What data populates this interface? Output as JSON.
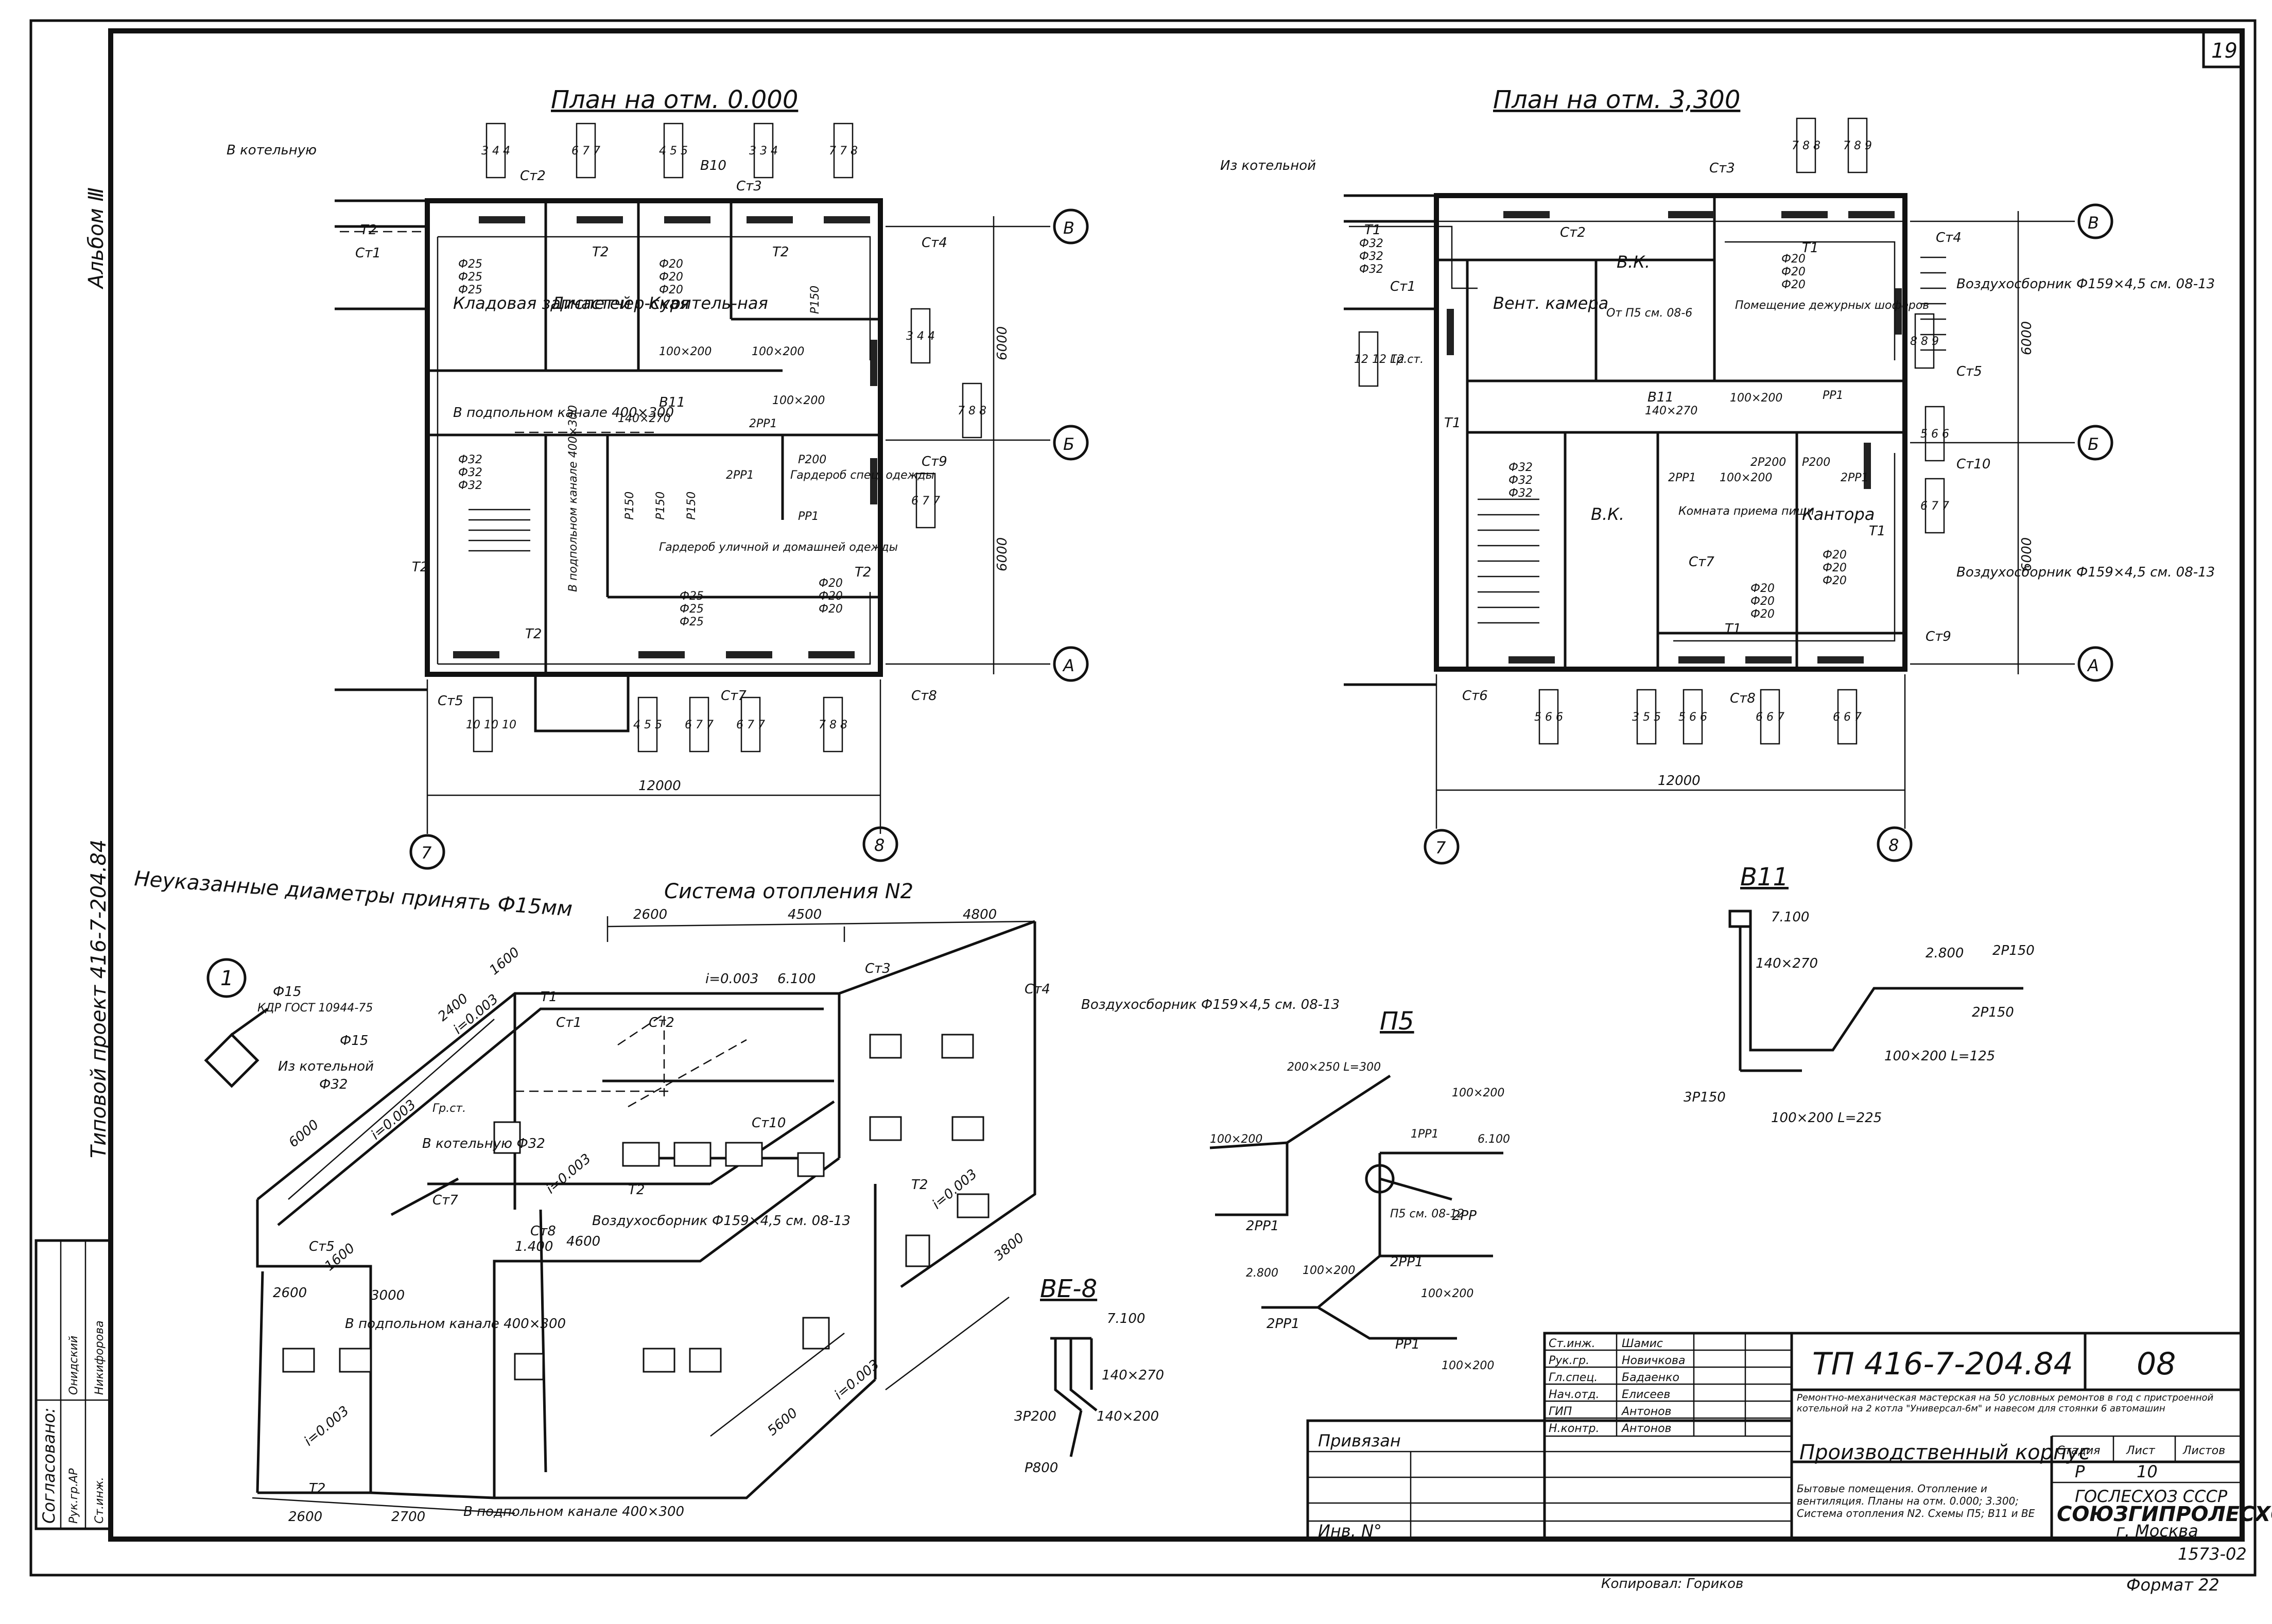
{
  "sheet": {
    "sheet_number": "19",
    "album": "Альбом Ⅲ",
    "project_side": "Типовой проект 416-7-204.84",
    "copied_by": "Копировал: Гориков",
    "format": "Формат 22",
    "archive_number": "1573-02"
  },
  "plan0": {
    "title": "План на отм. 0.000",
    "rooms": [
      "Кладовая запчастей",
      "Диспетчер-ская",
      "Куритель-ная",
      "Гардероб спец. одежды",
      "Гардероб уличной и домашней одежды"
    ],
    "notes": [
      "В котельную",
      "В подпольном канале 400×300",
      "В подпольном канале 400×300"
    ],
    "risers": [
      "Ст1",
      "Ст2",
      "Ст3",
      "Ст4",
      "Ст5",
      "Ст7",
      "Ст8",
      "Ст9",
      "В10",
      "В11"
    ],
    "pipes": [
      "Т2",
      "Т2",
      "Т2",
      "Т2",
      "Т2",
      "Т2"
    ],
    "diameters": [
      "Ф25",
      "Ф25",
      "Ф25",
      "Ф20",
      "Ф20",
      "Ф20",
      "Ф32",
      "Ф32",
      "Ф32",
      "Ф25",
      "Ф25",
      "Ф25",
      "Ф20",
      "Ф20",
      "Ф20"
    ],
    "ducts": [
      "100×200",
      "100×200",
      "100×200",
      "140×270",
      "Р150",
      "Р150",
      "Р150",
      "Р150",
      "2РР1",
      "2РР1",
      "Р200",
      "РР1"
    ],
    "radiators_top": [
      "3 4 4",
      "6 7 7",
      "4 5 5",
      "3 3 4",
      "7 7 8"
    ],
    "radiators_bottom": [
      "4 5 5",
      "6 7 7",
      "6 7 7",
      "7 8 8"
    ],
    "radiators_side": [
      "3 4 4",
      "7 8 8",
      "6 7 7",
      "10 10 10"
    ],
    "axes": [
      "В",
      "Б",
      "А",
      "7",
      "8"
    ],
    "dims": [
      "6000",
      "6000",
      "12000"
    ]
  },
  "plan3": {
    "title": "План на отм. 3,300",
    "rooms": [
      "Вент. камера",
      "В.К.",
      "Помещение дежурных шоферов",
      "В.К.",
      "Комната приема пищи",
      "Кантора"
    ],
    "notes": [
      "Из котельной",
      "От П5 см. 08-6",
      "Воздухосборник Ф159×4,5 см. 08-13",
      "Воздухосборник Ф159×4,5 см. 08-13"
    ],
    "risers": [
      "Ст1",
      "Ст2",
      "Ст3",
      "Ст4",
      "Ст5",
      "Ст6",
      "Ст7",
      "Ст8",
      "Ст9",
      "Ст10",
      "В11",
      "Гр.ст."
    ],
    "pipes": [
      "Т1",
      "Т1",
      "Т1",
      "Т1",
      "Т1"
    ],
    "diameters": [
      "Ф32",
      "Ф32",
      "Ф32",
      "Ф20",
      "Ф20",
      "Ф20",
      "Ф32",
      "Ф32",
      "Ф32",
      "Ф20",
      "Ф20",
      "Ф20",
      "Ф20",
      "Ф20",
      "Ф20"
    ],
    "ducts": [
      "100×200",
      "100×200",
      "140×270",
      "2РР1",
      "2Р200",
      "Р200",
      "2РР1",
      "РР1"
    ],
    "radiators_top": [
      "7 8 8",
      "7 8 9"
    ],
    "radiators_bottom": [
      "5 6 6",
      "3 5 5",
      "5 6 6",
      "6 6 7",
      "6 6 7"
    ],
    "radiators_side": [
      "8 8 9",
      "5 6 6",
      "6 7 7",
      "12 12 12"
    ],
    "axes": [
      "В",
      "Б",
      "А",
      "7",
      "8"
    ],
    "dims": [
      "6000",
      "6000",
      "12000"
    ]
  },
  "iso": {
    "title": "Система отопления N2",
    "note": "Неуказанные диаметры принять Ф15мм",
    "detail_mark": "1",
    "detail_labels": [
      "Ф15",
      "КДР ГОСТ 10944-75",
      "Ф15",
      "Из котельной",
      "Ф32"
    ],
    "labels": [
      "Ст1",
      "Ст2",
      "Ст3",
      "Ст4",
      "Ст5",
      "Ст7",
      "Ст8",
      "Ст10",
      "Гр.ст.",
      "В котельную Ф32",
      "Воздухосборник Ф159×4,5 см. 08-13",
      "Воздухосборник Ф159×4,5 см. 08-13",
      "В подпольном канале 400×300",
      "В подпольном канале 400×300",
      "i=0.003",
      "i=0.003",
      "i=0.003",
      "i=0.003",
      "i=0.003",
      "i=0.003",
      "i=0.003",
      "6.100",
      "1.400",
      "Т1",
      "Т2",
      "Т2",
      "Т2"
    ],
    "dims": [
      "2600",
      "4500",
      "4800",
      "1600",
      "2400",
      "6000",
      "4600",
      "3800",
      "5600",
      "2600",
      "3000",
      "2700",
      "2600",
      "1600"
    ]
  },
  "scheme_p5": {
    "title": "П5",
    "labels": [
      "200×250 L=300",
      "100×200",
      "100×200",
      "1РР1",
      "6.100",
      "П5 см. 08-12",
      "2РР1",
      "2РР",
      "2.800",
      "100×200",
      "2РР1",
      "2РР1",
      "100×200",
      "РР1",
      "100×200"
    ]
  },
  "scheme_v11": {
    "title": "В11",
    "labels": [
      "7.100",
      "140×270",
      "2.800",
      "2Р150",
      "2Р150",
      "100×200 L=125",
      "3Р150",
      "100×200 L=225"
    ]
  },
  "scheme_ve8": {
    "title": "ВЕ-8",
    "labels": [
      "7.100",
      "140×270",
      "3Р200",
      "140×200",
      "Р800"
    ]
  },
  "stamp": {
    "code": "ТП 416-7-204.84",
    "section": "08",
    "project_desc": "Ремонтно-механическая мастерская на 50 условных ремонтов в год с пристроенной котельной на 2 котла \"Универсал-6м\" и навесом для стоянки 6 автомашин",
    "object": "Производственный корпус",
    "sheet_desc": "Бытовые помещения. Отопление и вентиляция. Планы на отм. 0.000; 3.300; Система отопления N2. Схемы П5; В11 и ВЕ",
    "org": [
      "ГОСЛЕСХОЗ СССР",
      "СОЮЗГИПРОЛЕСХОЗ",
      "г. Москва"
    ],
    "headers": [
      "Стадия",
      "Лист",
      "Листов"
    ],
    "values": [
      "Р",
      "10",
      ""
    ],
    "people": [
      {
        "role": "Ст.инж.",
        "name": "Шамис"
      },
      {
        "role": "Рук.гр.",
        "name": "Новичкова"
      },
      {
        "role": "Гл.спец.",
        "name": "Бадаенко"
      },
      {
        "role": "Нач.отд.",
        "name": "Елисеев"
      },
      {
        "role": "ГИП",
        "name": "Антонов"
      },
      {
        "role": "Н.контр.",
        "name": "Антонов"
      }
    ],
    "binding": "Привязан",
    "inv": "Инв. N°"
  },
  "agreed": {
    "title": "Согласовано:",
    "rows": [
      {
        "role": "Рук.гр.АР",
        "name": "Онидский"
      },
      {
        "role": "Ст.инж.",
        "name": "Никифорова"
      }
    ]
  }
}
